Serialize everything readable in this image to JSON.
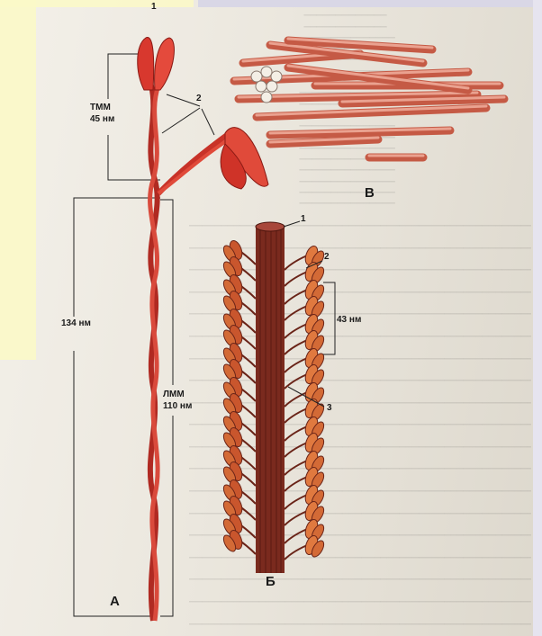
{
  "figure": {
    "callouts": {
      "c1_top": "1",
      "c2_top": "2",
      "c1_b": "1",
      "c2_b": "2",
      "c3_b": "3"
    },
    "measurements": {
      "tmm": "ТММ",
      "tmm_val": "45 нм",
      "total": "134 нм",
      "lmm": "ЛММ",
      "lmm_val": "110 нм",
      "spacing": "43 нм"
    },
    "panels": {
      "a": "А",
      "b": "Б",
      "v": "В"
    }
  },
  "colors": {
    "myosin_red": "#c8342b",
    "head_red": "#e0443a",
    "filament_brown": "#7a2a1e",
    "head_orange": "#d86a35",
    "fiber_pink": "#d8705a"
  }
}
